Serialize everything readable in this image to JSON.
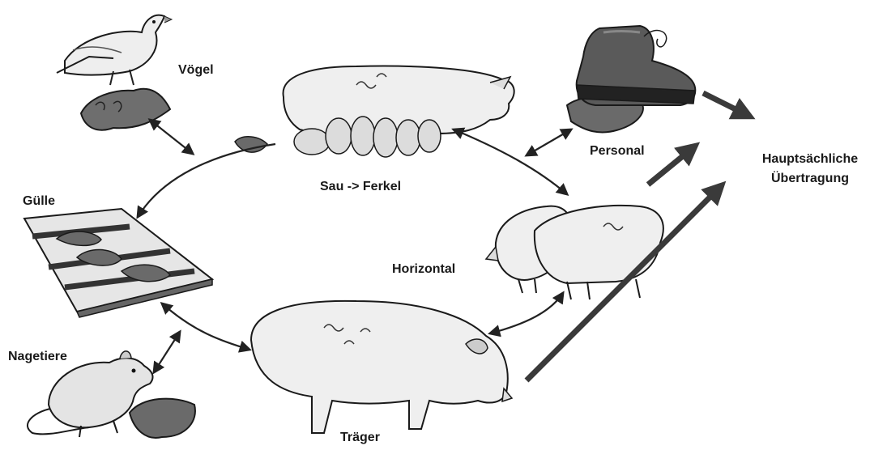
{
  "labels": {
    "voegel": "Vögel",
    "guelle": "Gülle",
    "nagetiere": "Nagetiere",
    "sau_ferkel": "Sau -> Ferkel",
    "personal": "Personal",
    "horizontal": "Horizontal",
    "traeger": "Träger",
    "main_line1": "Hauptsächliche",
    "main_line2": "Übertragung"
  },
  "colors": {
    "outline": "#1a1a1a",
    "fill_light": "#f1f1f1",
    "fill_mid": "#c9c9c9",
    "fill_dark": "#555555",
    "arrow": "#222222",
    "thick_arrow": "#3a3a3a"
  }
}
